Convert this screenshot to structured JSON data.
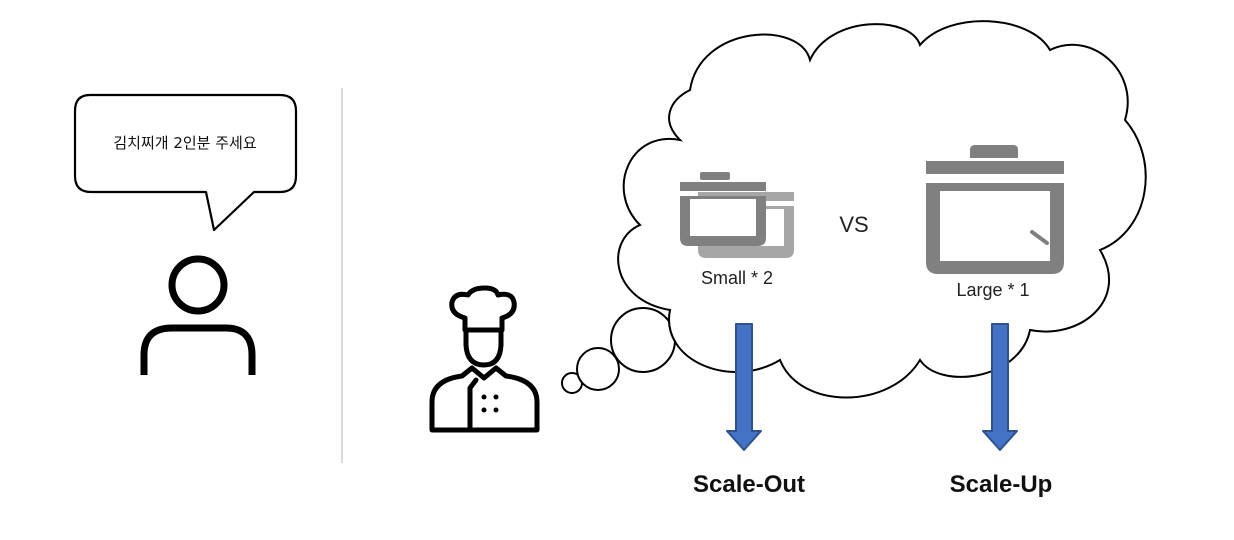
{
  "customer": {
    "speech": "김치찌개 2인분 주세요",
    "icon": "person-icon"
  },
  "chef": {
    "icon": "chef-icon"
  },
  "thought": {
    "vs_label": "VS",
    "options": [
      {
        "id": "scale-out",
        "pot_label": "Small * 2",
        "result_label": "Scale-Out",
        "icon": "small-pots-icon"
      },
      {
        "id": "scale-up",
        "pot_label": "Large * 1",
        "result_label": "Scale-Up",
        "icon": "large-pot-icon"
      }
    ]
  },
  "colors": {
    "line": "#000000",
    "pot": "#808080",
    "pot_light": "#a6a6a6",
    "arrow_fill": "#4472c4",
    "arrow_stroke": "#2f528f",
    "divider": "#cccccc"
  }
}
